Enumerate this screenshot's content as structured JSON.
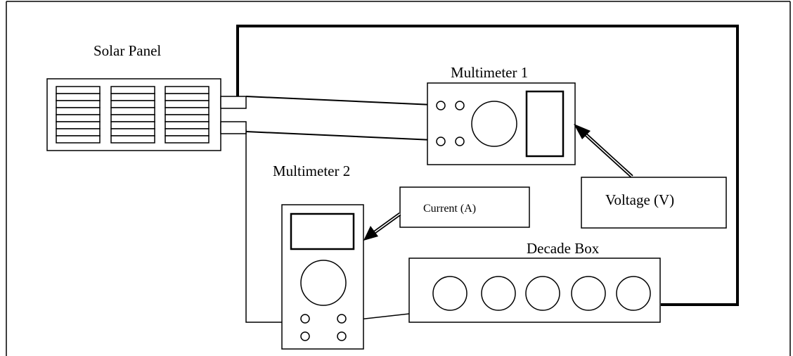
{
  "labels": {
    "solar_panel": "Solar Panel",
    "multimeter_1": "Multimeter 1",
    "multimeter_2": "Multimeter 2",
    "current": "Current (A)",
    "voltage": "Voltage (V)",
    "decade_box": "Decade Box"
  },
  "colors": {
    "line": "#000000",
    "background": "#ffffff"
  }
}
